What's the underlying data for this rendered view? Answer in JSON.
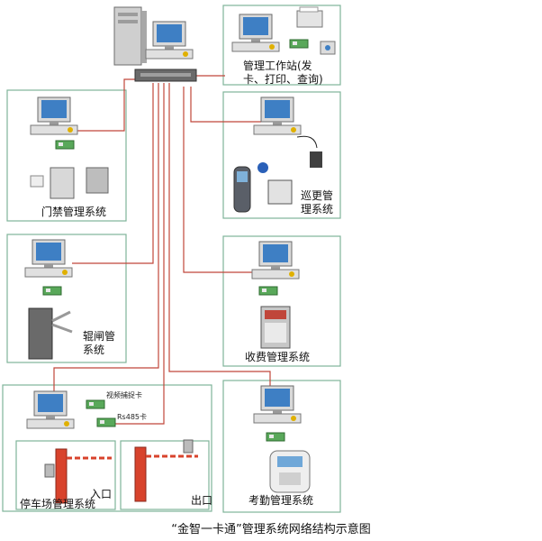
{
  "labels": {
    "mgmt_line1": "管理工作站(发",
    "mgmt_line2": "卡、打印、查询)",
    "door": "门禁管理系统",
    "patrol_line1": "巡更管",
    "patrol_line2": "理系统",
    "turnstile_line1": "辊闸管",
    "turnstile_line2": "系统",
    "charge": "收费管理系统",
    "video_card": "视频捕捉卡",
    "rs485": "Rs485卡",
    "entrance": "入口",
    "exit": "出口",
    "parking": "停车场管理系统",
    "attendance": "考勤管理系统"
  },
  "caption": "“金智一卡通”管理系统网络结构示意图",
  "colors": {
    "box_border": "#7fb39a",
    "network_line": "#c0463a",
    "barrier_red": "#d8432c"
  }
}
